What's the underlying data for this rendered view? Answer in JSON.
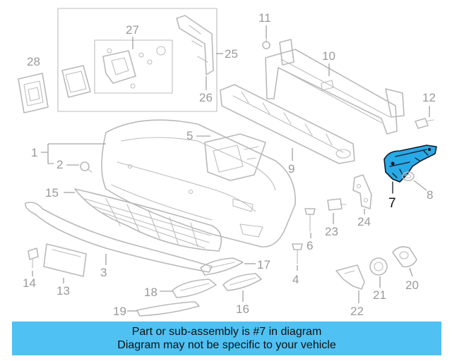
{
  "callouts": {
    "c1": "1",
    "c2": "2",
    "c3": "3",
    "c4": "4",
    "c5": "5",
    "c6": "6",
    "c7": "7",
    "c8": "8",
    "c9": "9",
    "c10": "10",
    "c11": "11",
    "c12": "12",
    "c13": "13",
    "c14": "14",
    "c15": "15",
    "c16": "16",
    "c17": "17",
    "c18": "18",
    "c19": "19",
    "c20": "20",
    "c21": "21",
    "c22": "22",
    "c23": "23",
    "c24": "24",
    "c25": "25",
    "c26": "26",
    "c27": "27",
    "c28": "28"
  },
  "highlighted_part": "7",
  "colors": {
    "highlight_fill": "#29a9e6",
    "banner": "#4fc1f3",
    "part_lines": "#b9b9b9"
  },
  "banner": {
    "line1": "Part or sub-assembly is #7 in diagram",
    "line2": "Diagram may not be specific to your vehicle"
  }
}
